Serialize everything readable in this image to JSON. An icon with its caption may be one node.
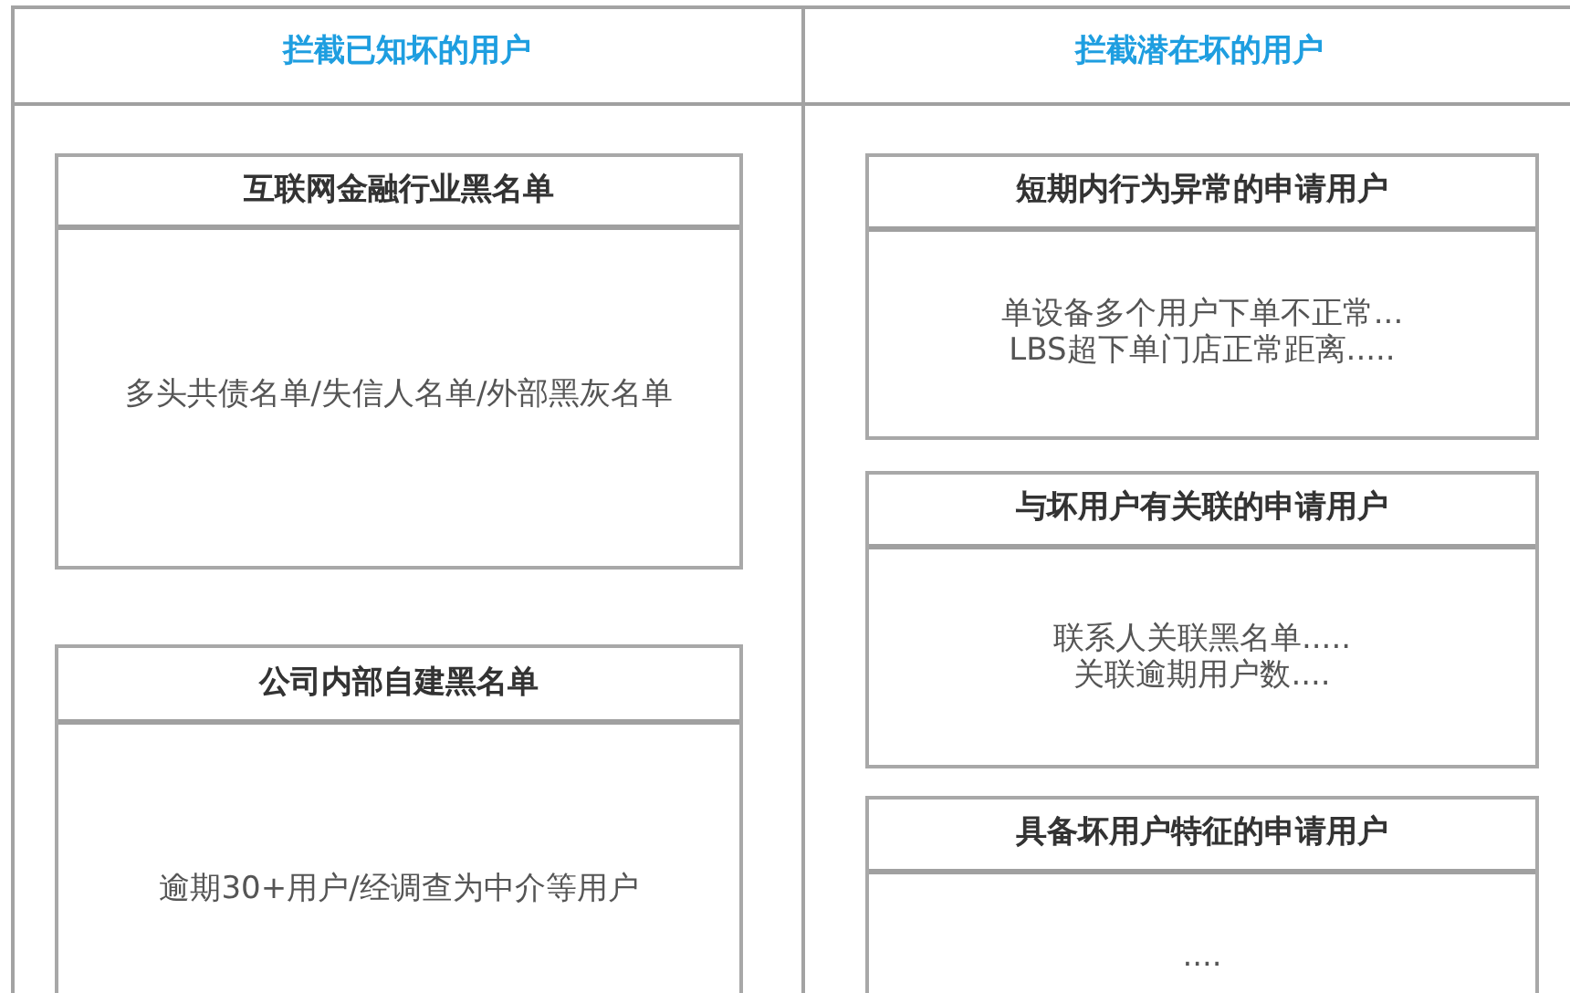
{
  "diagram": {
    "nodes": [
      {
        "text": [
          "拦截已知坏的用户"
        ]
      },
      {
        "text": [
          "互联网金融行业黑名单",
          "多头共债名单/失信人名单/外部黑灰名单"
        ],
        "in": 0
      },
      {
        "text": [
          "公司内部自建黑名单",
          "逾期30+用户/经调查为中介等用户"
        ],
        "in": 0
      },
      {
        "text": [
          "拦截潜在坏的用户"
        ]
      },
      {
        "text": [
          "短期内行为异常的申请用户",
          "单设备多个用户下单不正常...",
          "LBS超下单门店正常距离....."
        ],
        "in": 3
      },
      {
        "text": [
          "与坏用户有关联的申请用户",
          "联系人关联黑名单.....",
          "关联逾期用户数...."
        ],
        "in": 3
      },
      {
        "text": [
          "具备坏用户特征的申请用户",
          "...."
        ],
        "in": 3
      }
    ]
  }
}
